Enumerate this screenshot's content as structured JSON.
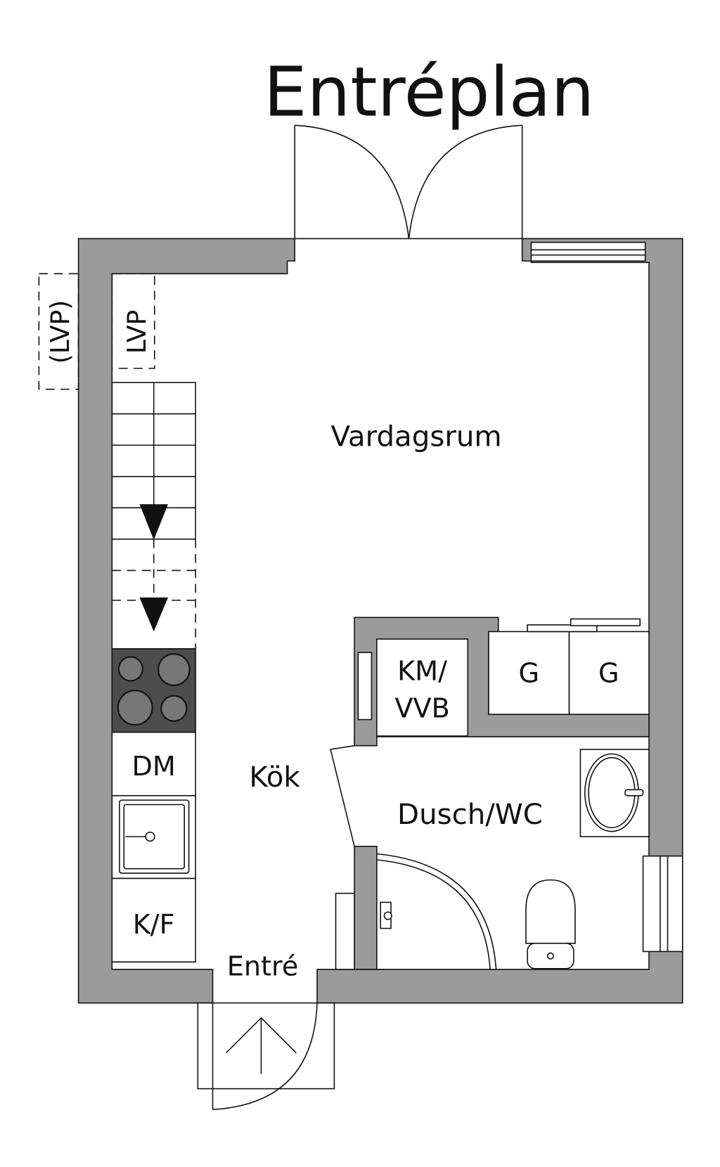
{
  "title": "Entréplan",
  "rooms": {
    "living": "Vardagsrum",
    "kitchen": "Kök",
    "bath": "Dusch/WC",
    "entry": "Entré"
  },
  "labels": {
    "lvp_outer": "(LVP)",
    "lvp_inner": "LVP",
    "km_line1": "KM/",
    "km_line2": "VVB",
    "wardrobe1": "G",
    "wardrobe2": "G",
    "dishwasher": "DM",
    "fridge": "K/F"
  },
  "colors": {
    "wall": "#9b9b9b",
    "stove": "#4d4d4d",
    "line": "#111111"
  }
}
